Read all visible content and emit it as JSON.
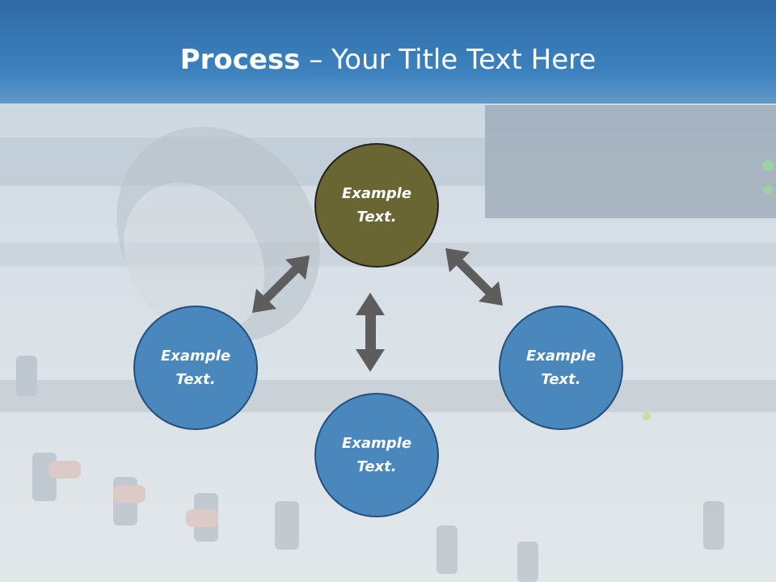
{
  "slide": {
    "title_bold": "Process",
    "title_rest": " – Your Title Text Here"
  },
  "nodes": [
    {
      "line1": "Example",
      "line2": "Text."
    },
    {
      "line1": "Example",
      "line2": "Text."
    },
    {
      "line1": "Example",
      "line2": "Text."
    },
    {
      "line1": "Example",
      "line2": "Text."
    }
  ],
  "colors": {
    "title_band": "#3a7fbd",
    "center_node": "#6a6633",
    "outer_node": "#4a87bd",
    "arrow": "#5d5d5d"
  },
  "background_image": "mixing-console-and-microphone-photo"
}
